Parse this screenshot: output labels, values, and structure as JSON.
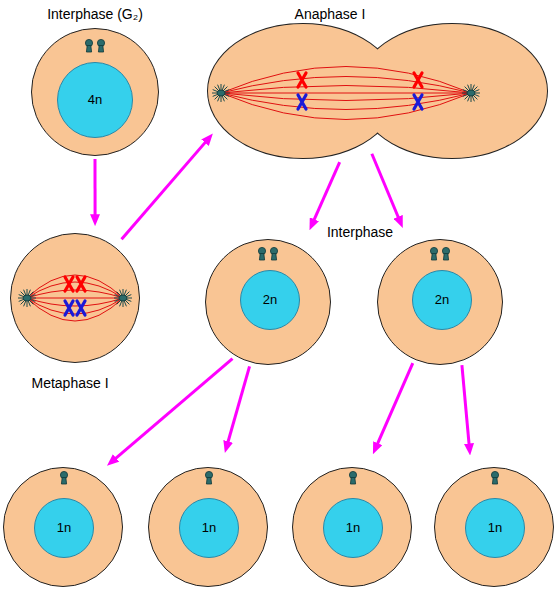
{
  "diagram": {
    "nodes": [
      {
        "text": [
          "Interphase (G₂)"
        ]
      },
      {
        "text": [
          "4n"
        ],
        "in": 0
      },
      {
        "text": [
          "Anaphase I"
        ]
      },
      {
        "text": [
          "Metaphase I"
        ]
      },
      {
        "text": []
      },
      {
        "text": [
          "2n"
        ],
        "in": 4
      },
      {
        "text": []
      },
      {
        "text": [
          "2n"
        ],
        "in": 6
      },
      {
        "text": []
      },
      {
        "text": [
          "1n"
        ],
        "in": 8
      },
      {
        "text": []
      },
      {
        "text": [
          "1n"
        ],
        "in": 10
      },
      {
        "text": []
      },
      {
        "text": [
          "1n"
        ],
        "in": 12
      },
      {
        "text": []
      },
      {
        "text": [
          "1n"
        ],
        "in": 14
      }
    ],
    "edges": [
      {
        "from": 0,
        "to": 3,
        "arrow": "to"
      },
      {
        "from": 3,
        "to": 2,
        "arrow": "to"
      },
      {
        "from": 2,
        "to": 4,
        "arrow": "to"
      },
      {
        "from": 2,
        "to": 6,
        "arrow": "to"
      },
      {
        "from": 4,
        "to": 8,
        "arrow": "to"
      },
      {
        "from": 4,
        "to": 10,
        "arrow": "to"
      },
      {
        "from": 6,
        "to": 12,
        "arrow": "to"
      },
      {
        "from": 6,
        "to": 14,
        "arrow": "to"
      }
    ],
    "labels": [
      "Interphase"
    ]
  }
}
